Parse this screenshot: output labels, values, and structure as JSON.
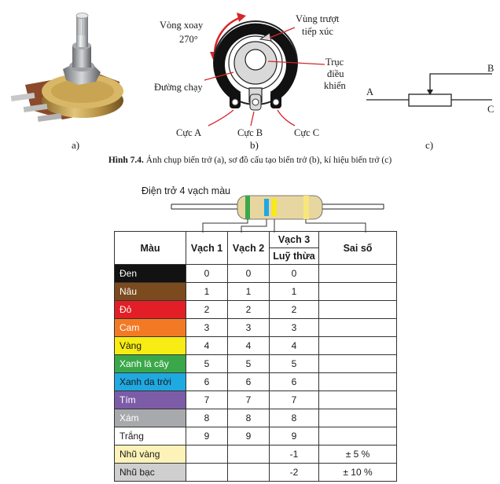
{
  "figure": {
    "labels": {
      "a": "a)",
      "b": "b)",
      "c": "c)"
    },
    "caption_bold": "Hình 7.4.",
    "caption_text": " Ảnh chụp biến trở (a), sơ đồ cấu tạo biến trở (b), kí hiệu biến trở (c)",
    "diagram_b": {
      "rotation_label": "Vòng xoay",
      "rotation_angle": "270°",
      "slider_label_line1": "Vùng trượt",
      "slider_label_line2": "tiếp xúc",
      "shaft_label_line1": "Trục",
      "shaft_label_line2": "điều",
      "shaft_label_line3": "khiển",
      "track_label": "Đường chạy",
      "pole_a": "Cực A",
      "pole_b": "Cực B",
      "pole_c": "Cực C"
    },
    "symbol_c": {
      "a": "A",
      "b": "B",
      "c": "C"
    }
  },
  "resistor_table": {
    "resistor_label": "Điện trở 4 vạch màu",
    "headers": {
      "color": "Màu",
      "band1": "Vạch 1",
      "band2": "Vạch 2",
      "band3": "Vạch 3",
      "band3_sub": "Luỹ thừa",
      "tolerance": "Sai số"
    },
    "rows": [
      {
        "name": "Đen",
        "swatch": "#121212",
        "text_color": "#ffffff",
        "b1": "0",
        "b2": "0",
        "b3": "0",
        "tol": ""
      },
      {
        "name": "Nâu",
        "swatch": "#7b4a1e",
        "text_color": "#ffffff",
        "b1": "1",
        "b2": "1",
        "b3": "1",
        "tol": ""
      },
      {
        "name": "Đỏ",
        "swatch": "#e21f26",
        "text_color": "#ffffff",
        "b1": "2",
        "b2": "2",
        "b3": "2",
        "tol": ""
      },
      {
        "name": "Cam",
        "swatch": "#f37a24",
        "text_color": "#ffffff",
        "b1": "3",
        "b2": "3",
        "b3": "3",
        "tol": ""
      },
      {
        "name": "Vàng",
        "swatch": "#f7ec13",
        "text_color": "#1a1a1a",
        "b1": "4",
        "b2": "4",
        "b3": "4",
        "tol": ""
      },
      {
        "name": "Xanh lá cây",
        "swatch": "#3aa84a",
        "text_color": "#ffffff",
        "b1": "5",
        "b2": "5",
        "b3": "5",
        "tol": ""
      },
      {
        "name": "Xanh da trời",
        "swatch": "#1fa9e1",
        "text_color": "#1a1a1a",
        "b1": "6",
        "b2": "6",
        "b3": "6",
        "tol": ""
      },
      {
        "name": "Tím",
        "swatch": "#7c5ca7",
        "text_color": "#ffffff",
        "b1": "7",
        "b2": "7",
        "b3": "7",
        "tol": ""
      },
      {
        "name": "Xám",
        "swatch": "#a7a9ac",
        "text_color": "#ffffff",
        "b1": "8",
        "b2": "8",
        "b3": "8",
        "tol": ""
      },
      {
        "name": "Trắng",
        "swatch": "#ffffff",
        "text_color": "#1a1a1a",
        "b1": "9",
        "b2": "9",
        "b3": "9",
        "tol": ""
      },
      {
        "name": "Nhũ vàng",
        "swatch": "#fdf3b8",
        "text_color": "#1a1a1a",
        "b1": "",
        "b2": "",
        "b3": "-1",
        "tol": "± 5 %"
      },
      {
        "name": "Nhũ bạc",
        "swatch": "#cfcfcf",
        "text_color": "#1a1a1a",
        "b1": "",
        "b2": "",
        "b3": "-2",
        "tol": "± 10 %"
      }
    ]
  }
}
